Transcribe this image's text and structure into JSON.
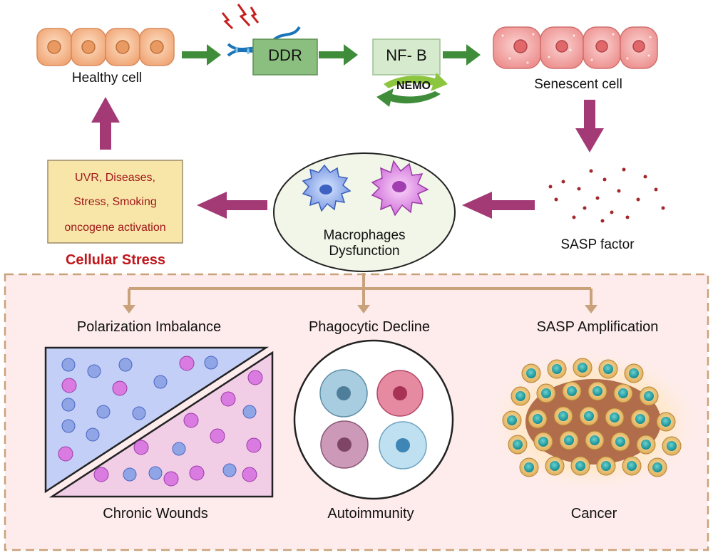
{
  "top_row": {
    "healthy_cell": "Healthy cell",
    "ddr": "DDR",
    "nfkb": "NF- B",
    "nemo": "NEMO",
    "senescent_cell": "Senescent cell"
  },
  "middle_row": {
    "stress_lines": [
      "UVR, Diseases,",
      "Stress, Smoking",
      "oncogene activation"
    ],
    "cellular_stress": "Cellular Stress",
    "macrophages_line1": "Macrophages",
    "macrophages_line2": "Dysfunction",
    "sasp_factor": "SASP factor"
  },
  "outcomes": {
    "polarization": "Polarization Imbalance",
    "phagocytic": "Phagocytic Decline",
    "sasp_amp": "SASP Amplification",
    "chronic_wounds": "Chronic Wounds",
    "autoimmunity": "Autoimmunity",
    "cancer": "Cancer"
  },
  "colors": {
    "green_arrow": "#3f8d3a",
    "purple_arrow": "#a33a76",
    "stress_red": "#c0161a",
    "dashed_border": "#c9a27c",
    "panel_bg": "#fdeceb",
    "branch_tan": "#c9a27c"
  },
  "icons": [
    "dna-damage-icon",
    "healthy-cell-icon",
    "senescent-cell-icon",
    "blue-macrophage-icon",
    "pink-macrophage-icon",
    "sasp-dots-icon",
    "tumor-icon"
  ]
}
